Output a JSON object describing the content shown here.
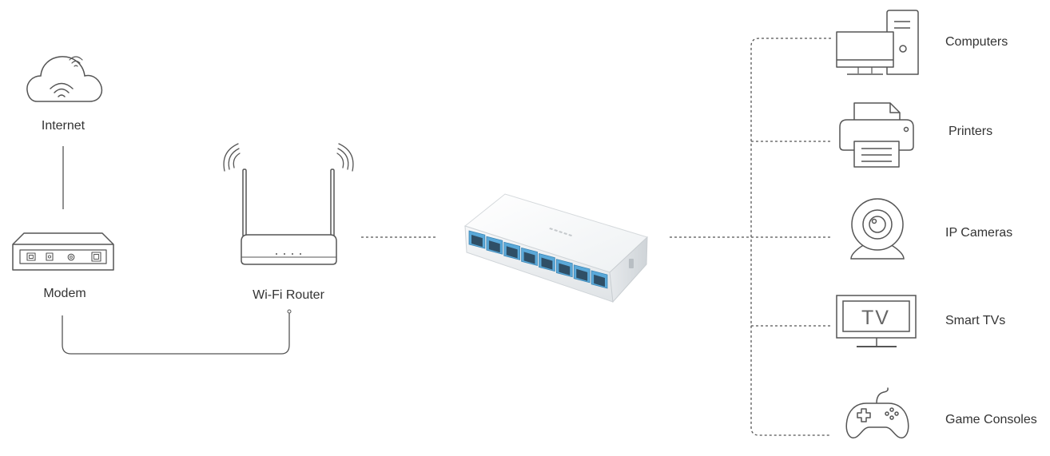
{
  "devices": {
    "internet": {
      "label": "Internet",
      "icon": "cloud-icon"
    },
    "modem": {
      "label": "Modem",
      "icon": "modem-icon"
    },
    "router": {
      "label": "Wi-Fi Router",
      "icon": "router-icon"
    },
    "switch": {
      "icon": "switch-icon",
      "port_count": 8
    },
    "clients": [
      {
        "label": "Computers",
        "icon": "computer-icon"
      },
      {
        "label": "Printers",
        "icon": "printer-icon"
      },
      {
        "label": "IP Cameras",
        "icon": "camera-icon"
      },
      {
        "label": "Smart TVs",
        "icon": "tv-icon",
        "screen_text": "TV"
      },
      {
        "label": "Game Consoles",
        "icon": "gamepad-icon"
      }
    ]
  },
  "colors": {
    "line": "#555555",
    "port_accent": "#5aa9d9",
    "text": "#333333"
  }
}
